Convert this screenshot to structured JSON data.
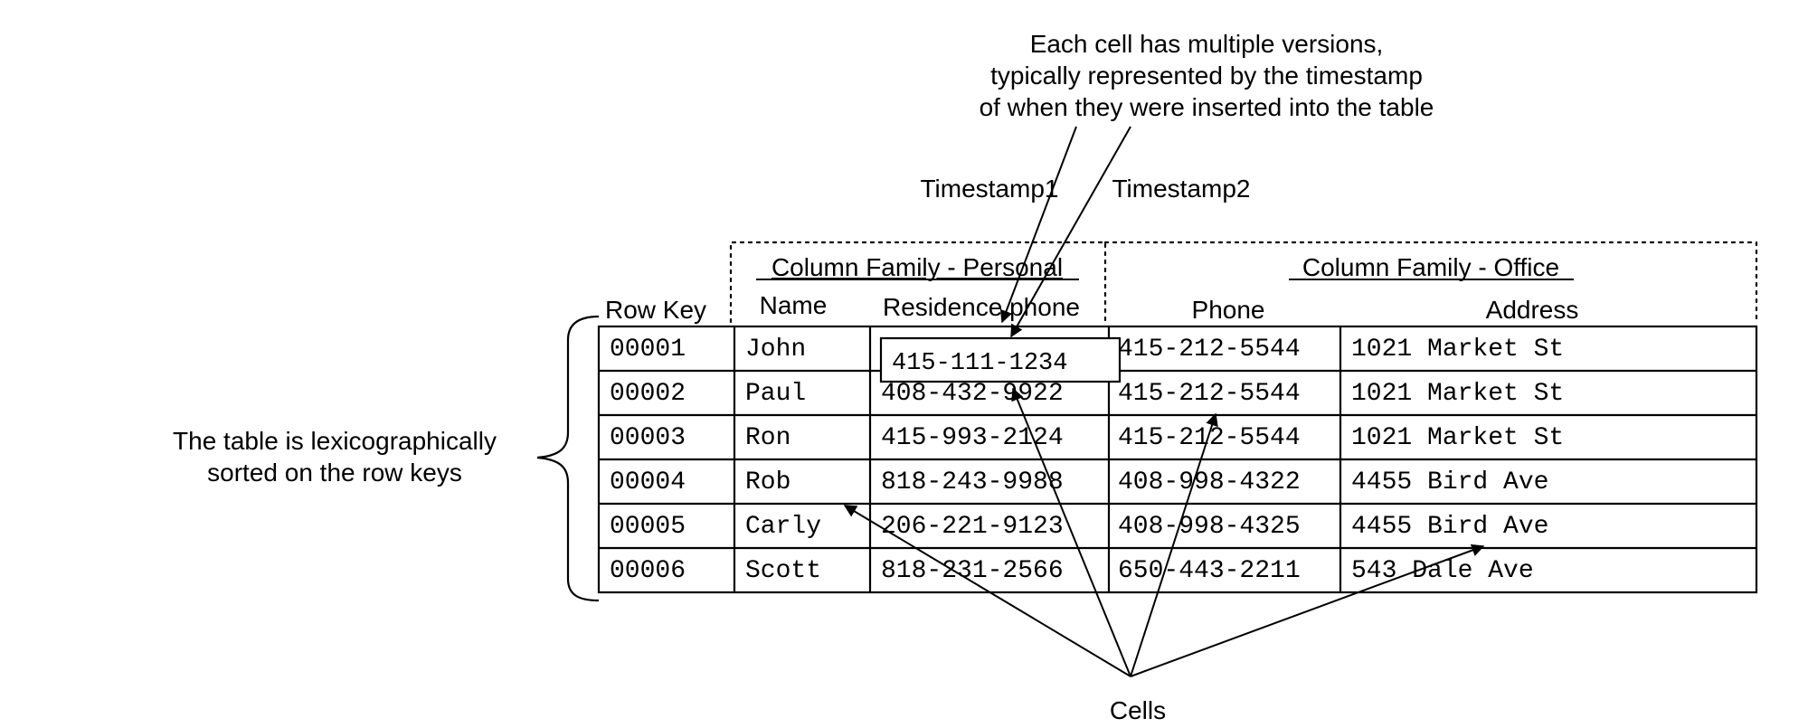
{
  "annotations": {
    "versions_line1": "Each cell has multiple versions,",
    "versions_line2": "typically represented by the timestamp",
    "versions_line3": "of when they were inserted into the table",
    "timestamp1": "Timestamp1",
    "timestamp2": "Timestamp2",
    "sorted_line1": "The table is lexicographically",
    "sorted_line2": "sorted on the row keys",
    "cells": "Cells"
  },
  "families": {
    "personal": "Column Family - Personal",
    "office": "Column Family - Office"
  },
  "headers": {
    "row_key": "Row Key",
    "name": "Name",
    "residence_phone": "Residence phone",
    "office_phone": "Phone",
    "address": "Address"
  },
  "rows": [
    {
      "key": "00001",
      "name": "John",
      "res_phone": "415-111-1234",
      "office_phone": "415-212-5544",
      "address": "1021 Market St"
    },
    {
      "key": "00002",
      "name": "Paul",
      "res_phone": "408-432-9922",
      "office_phone": "415-212-5544",
      "address": "1021 Market St"
    },
    {
      "key": "00003",
      "name": "Ron",
      "res_phone": "415-993-2124",
      "office_phone": "415-212-5544",
      "address": "1021 Market St"
    },
    {
      "key": "00004",
      "name": "Rob",
      "res_phone": "818-243-9988",
      "office_phone": "408-998-4322",
      "address": "4455 Bird Ave"
    },
    {
      "key": "00005",
      "name": "Carly",
      "res_phone": "206-221-9123",
      "office_phone": "408-998-4325",
      "address": "4455 Bird Ave"
    },
    {
      "key": "00006",
      "name": "Scott",
      "res_phone": "818-231-2566",
      "office_phone": "650-443-2211",
      "address": "543 Dale Ave"
    }
  ],
  "version_cell": "415-111-1234"
}
